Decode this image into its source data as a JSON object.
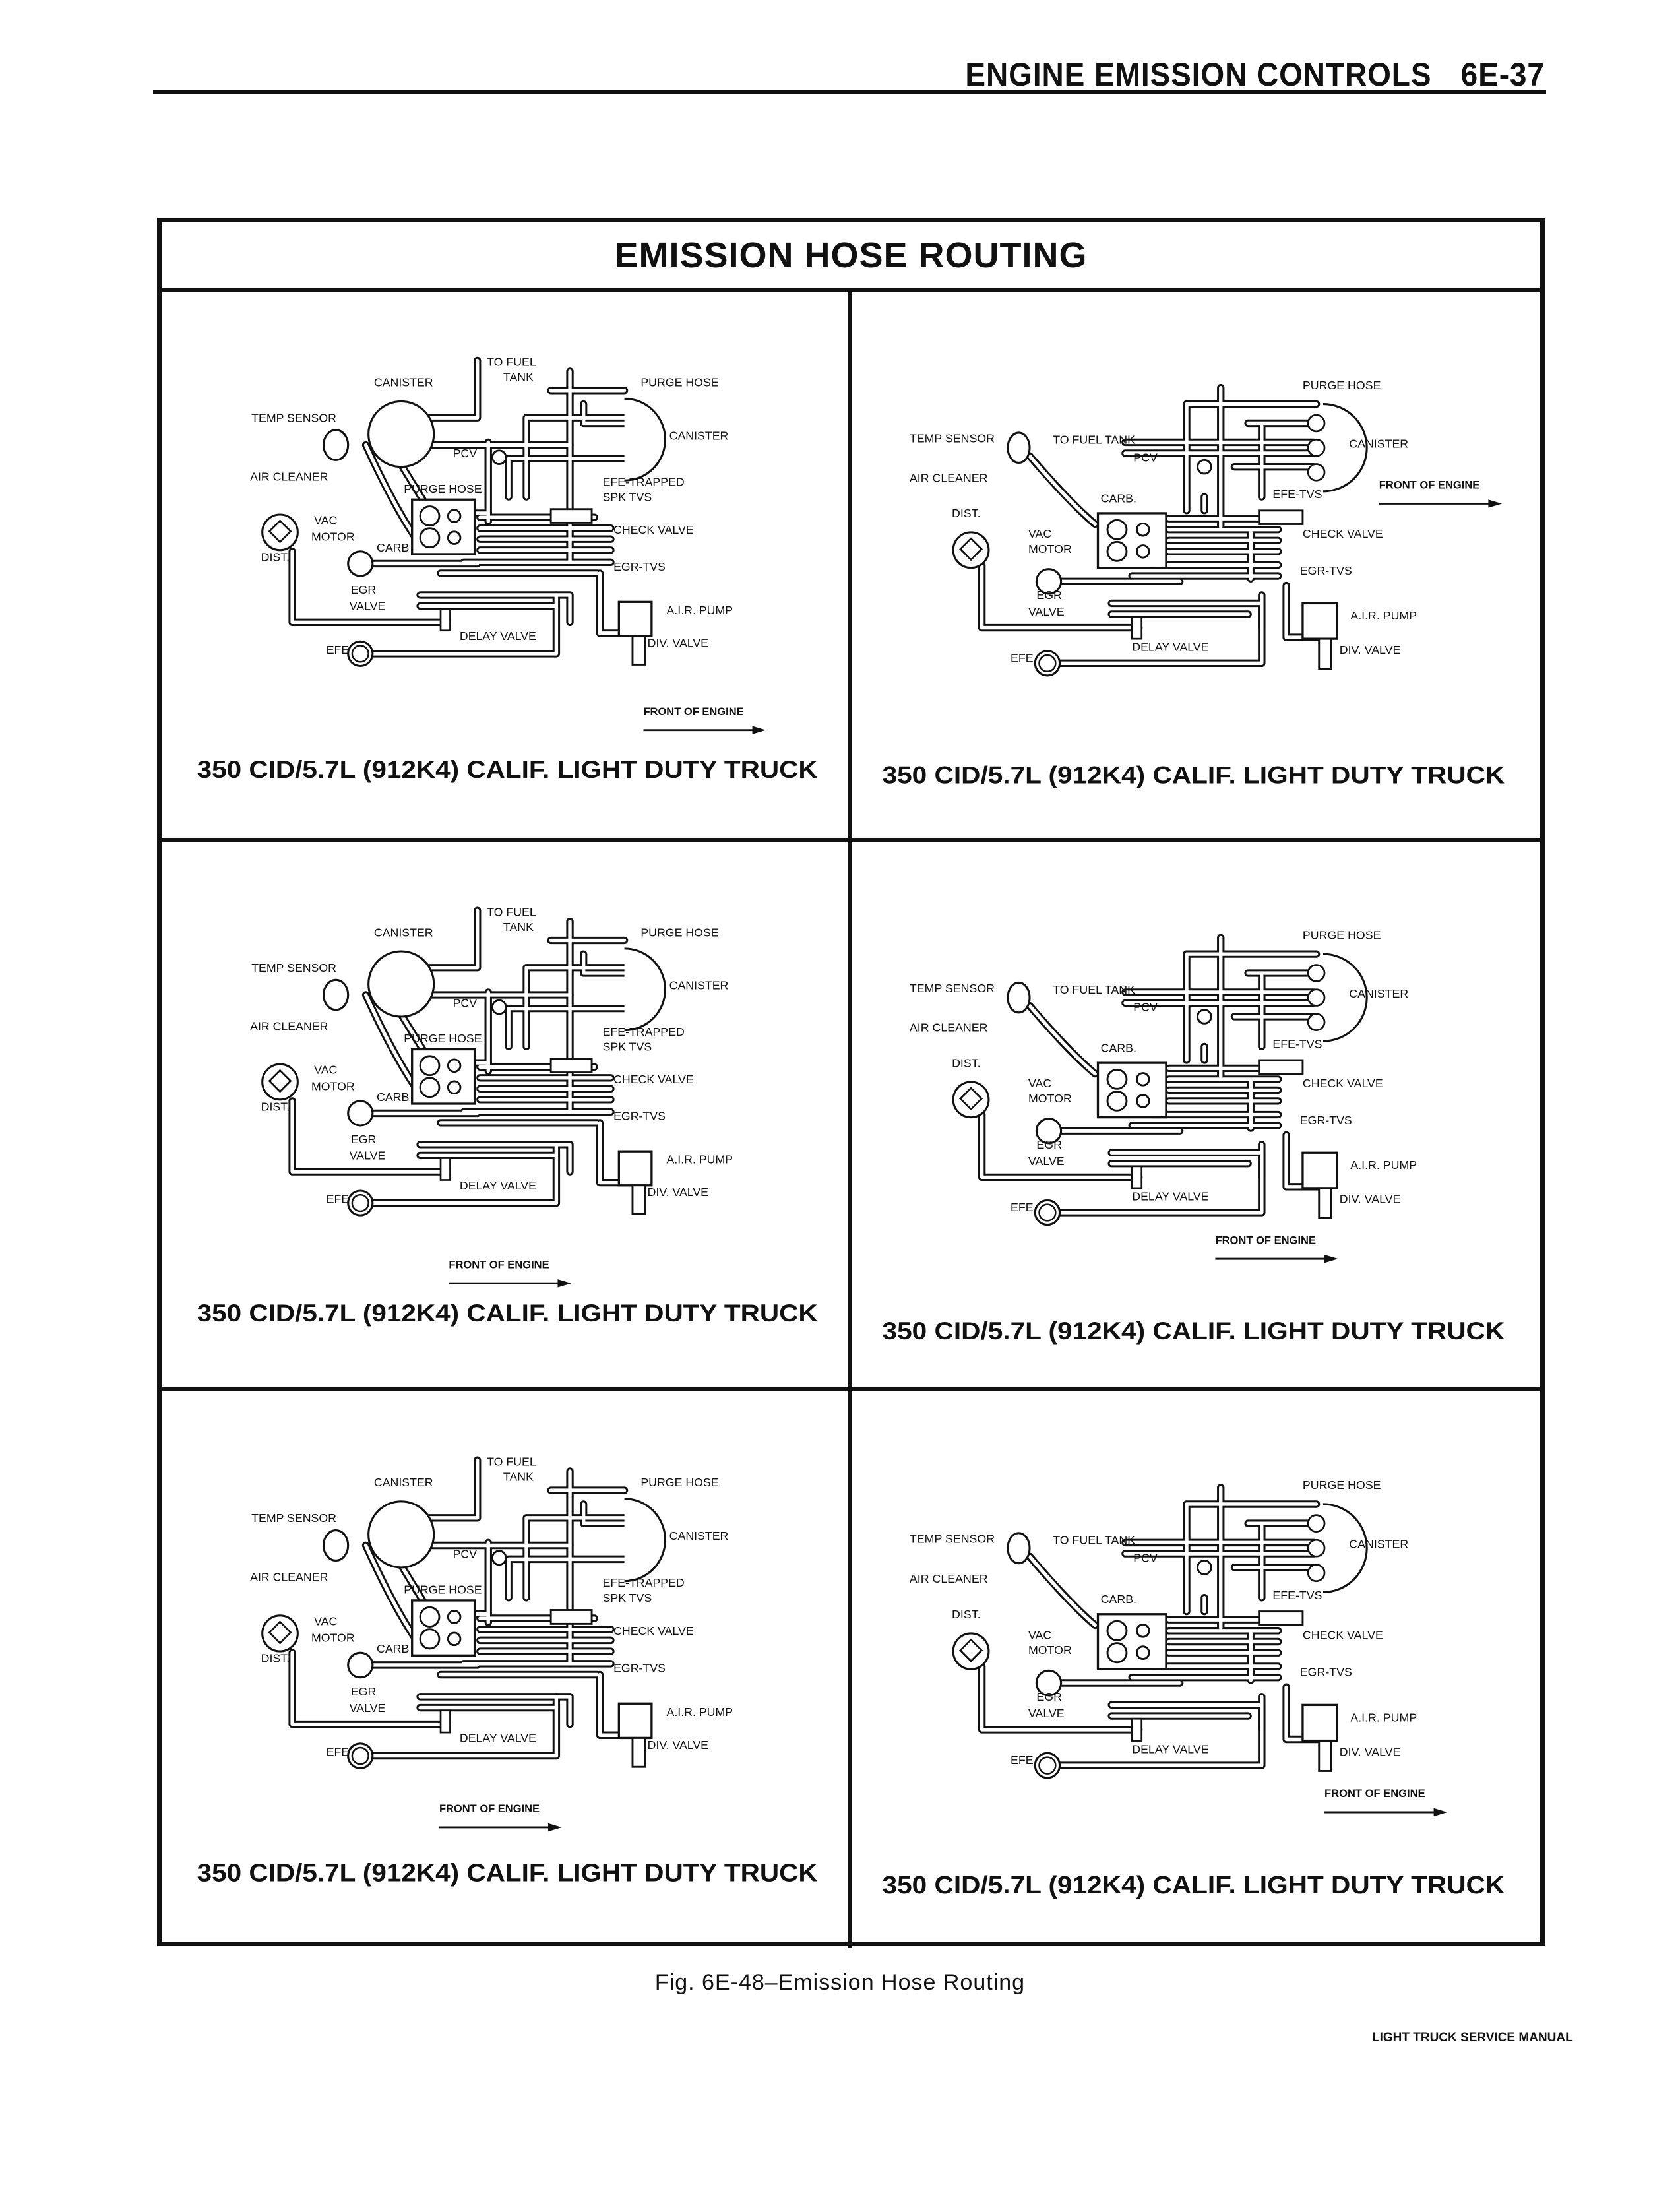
{
  "header": {
    "section": "ENGINE EMISSION CONTROLS",
    "page": "6E-37"
  },
  "title": "EMISSION HOSE ROUTING",
  "panels": [
    {
      "type": "A",
      "caption": "350 CID/5.7L (912K4) CALIF. LIGHT DUTY TRUCK",
      "labels": {
        "to_fuel": "TO FUEL",
        "tank": "TANK",
        "canister_1": "CANISTER",
        "purge_hose_1": "PURGE HOSE",
        "temp_sensor": "TEMP SENSOR",
        "canister_2": "CANISTER",
        "pcv": "PCV",
        "air_cleaner": "AIR CLEANER",
        "purge_hose_2": "PURGE HOSE",
        "efe_trapped": "EFE-TRAPPED",
        "spk_tvs": "SPK TVS",
        "vac": "VAC",
        "motor": "MOTOR",
        "check_valve": "CHECK VALVE",
        "carb": "CARB",
        "dist": "DIST.",
        "egr_tvs": "EGR-TVS",
        "egr": "EGR",
        "valve": "VALVE",
        "air_pump": "A.I.R. PUMP",
        "delay_valve": "DELAY VALVE",
        "div_valve": "DIV. VALVE",
        "efe": "EFE",
        "front": "FRONT OF ENGINE"
      }
    },
    {
      "type": "B",
      "caption": "350 CID/5.7L (912K4) CALIF. LIGHT DUTY TRUCK",
      "labels": {
        "purge_hose": "PURGE HOSE",
        "temp_sensor": "TEMP SENSOR",
        "to_fuel_tank": "TO FUEL TANK",
        "canister": "CANISTER",
        "pcv": "PCV",
        "air_cleaner": "AIR CLEANER",
        "front": "FRONT OF ENGINE",
        "carb": "CARB.",
        "efe_tvs": "EFE-TVS",
        "dist": "DIST.",
        "vac": "VAC",
        "motor": "MOTOR",
        "check_valve": "CHECK VALVE",
        "egr_tvs": "EGR-TVS",
        "egr": "EGR",
        "valve": "VALVE",
        "air_pump": "A.I.R. PUMP",
        "delay_valve": "DELAY VALVE",
        "div_valve": "DIV. VALVE",
        "efe": "EFE"
      }
    },
    {
      "type": "A",
      "caption": "350 CID/5.7L (912K4) CALIF. LIGHT DUTY TRUCK",
      "labels": {
        "to_fuel": "TO FUEL",
        "tank": "TANK",
        "canister_1": "CANISTER",
        "purge_hose_1": "PURGE HOSE",
        "temp_sensor": "TEMP SENSOR",
        "canister_2": "CANISTER",
        "pcv": "PCV",
        "air_cleaner": "AIR CLEANER",
        "purge_hose_2": "PURGE HOSE",
        "efe_trapped": "EFE-TRAPPED",
        "spk_tvs": "SPK TVS",
        "vac": "VAC",
        "motor": "MOTOR",
        "check_valve": "CHECK VALVE",
        "carb": "CARB",
        "dist": "DIST.",
        "egr_tvs": "EGR-TVS",
        "egr": "EGR",
        "valve": "VALVE",
        "air_pump": "A.I.R. PUMP",
        "delay_valve": "DELAY VALVE",
        "div_valve": "DIV. VALVE",
        "efe": "EFE",
        "front": "FRONT OF ENGINE"
      }
    },
    {
      "type": "B",
      "caption": "350 CID/5.7L (912K4) CALIF. LIGHT DUTY TRUCK",
      "labels": {
        "purge_hose": "PURGE HOSE",
        "temp_sensor": "TEMP SENSOR",
        "to_fuel_tank": "TO FUEL TANK",
        "canister": "CANISTER",
        "pcv": "PCV",
        "air_cleaner": "AIR CLEANER",
        "front": "FRONT OF ENGINE",
        "carb": "CARB.",
        "efe_tvs": "EFE-TVS",
        "dist": "DIST.",
        "vac": "VAC",
        "motor": "MOTOR",
        "check_valve": "CHECK VALVE",
        "egr_tvs": "EGR-TVS",
        "egr": "EGR",
        "valve": "VALVE",
        "air_pump": "A.I.R. PUMP",
        "delay_valve": "DELAY VALVE",
        "div_valve": "DIV. VALVE",
        "efe": "EFE"
      }
    },
    {
      "type": "A",
      "caption": "350 CID/5.7L (912K4) CALIF. LIGHT DUTY TRUCK",
      "labels": {
        "to_fuel": "TO FUEL",
        "tank": "TANK",
        "canister_1": "CANISTER",
        "purge_hose_1": "PURGE HOSE",
        "temp_sensor": "TEMP SENSOR",
        "canister_2": "CANISTER",
        "pcv": "PCV",
        "air_cleaner": "AIR CLEANER",
        "purge_hose_2": "PURGE HOSE",
        "efe_trapped": "EFE-TRAPPED",
        "spk_tvs": "SPK TVS",
        "vac": "VAC",
        "motor": "MOTOR",
        "check_valve": "CHECK VALVE",
        "carb": "CARB",
        "dist": "DIST.",
        "egr_tvs": "EGR-TVS",
        "egr": "EGR",
        "valve": "VALVE",
        "air_pump": "A.I.R. PUMP",
        "delay_valve": "DELAY VALVE",
        "div_valve": "DIV. VALVE",
        "efe": "EFE",
        "front": "FRONT OF ENGINE"
      }
    },
    {
      "type": "B",
      "caption": "350 CID/5.7L (912K4) CALIF. LIGHT DUTY TRUCK",
      "labels": {
        "purge_hose": "PURGE HOSE",
        "temp_sensor": "TEMP SENSOR",
        "to_fuel_tank": "TO FUEL TANK",
        "canister": "CANISTER",
        "pcv": "PCV",
        "air_cleaner": "AIR CLEANER",
        "front": "FRONT OF ENGINE",
        "carb": "CARB.",
        "efe_tvs": "EFE-TVS",
        "dist": "DIST.",
        "vac": "VAC",
        "motor": "MOTOR",
        "check_valve": "CHECK VALVE",
        "egr_tvs": "EGR-TVS",
        "egr": "EGR",
        "valve": "VALVE",
        "air_pump": "A.I.R. PUMP",
        "delay_valve": "DELAY VALVE",
        "div_valve": "DIV. VALVE",
        "efe": "EFE"
      }
    }
  ],
  "figure_caption": "Fig. 6E-48–Emission Hose Routing",
  "footer": "LIGHT TRUCK SERVICE MANUAL"
}
